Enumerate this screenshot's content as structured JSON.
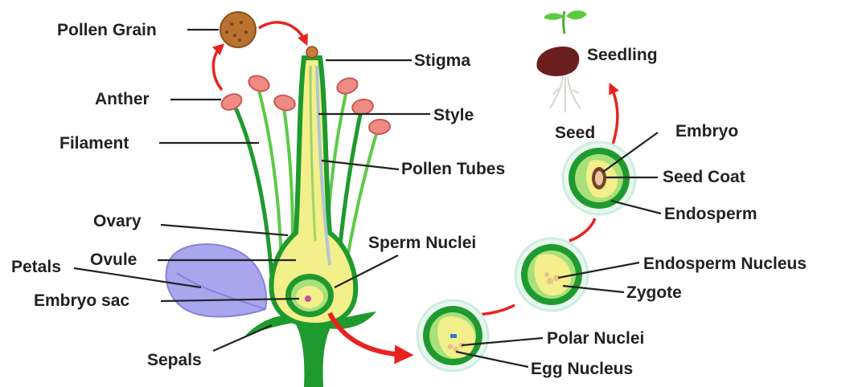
{
  "labels": {
    "pollen_grain": "Pollen Grain",
    "anther": "Anther",
    "filament": "Filament",
    "ovary": "Ovary",
    "ovule": "Ovule",
    "petals": "Petals",
    "embryo_sac": "Embryo sac",
    "sepals": "Sepals",
    "stigma": "Stigma",
    "style": "Style",
    "pollen_tubes": "Pollen Tubes",
    "sperm_nuclei": "Sperm Nuclei",
    "seedling": "Seedling",
    "seed": "Seed",
    "embryo": "Embryo",
    "seed_coat": "Seed Coat",
    "endosperm": "Endosperm",
    "endosperm_nucleus": "Endosperm  Nucleus",
    "zygote": "Zygote",
    "polar_nuclei": "Polar Nuclei",
    "egg_nucleus": "Egg Nucleus"
  },
  "colors": {
    "stem_green": "#1f9a2e",
    "light_green": "#8fd86a",
    "pistil_yellow": "#f3ef8a",
    "petal_purple": "#a9a6ee",
    "anther_pink": "#f08a84",
    "pollen_brown": "#b9722f",
    "arrow_red": "#e8231f",
    "seed_brown": "#6b1f1f",
    "ring_pale": "#cdeedd"
  }
}
